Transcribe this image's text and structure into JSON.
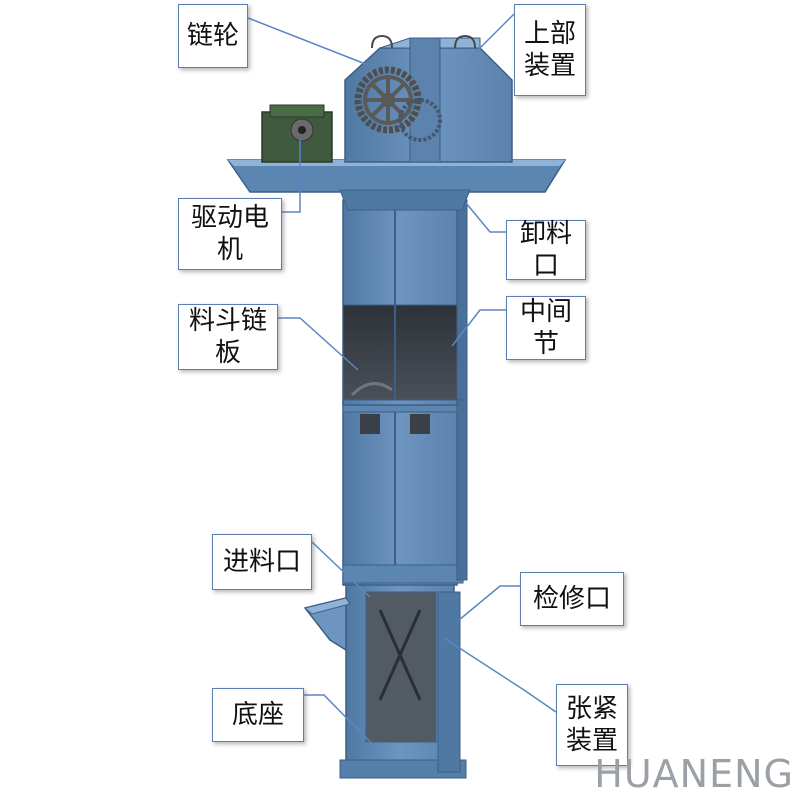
{
  "labels": {
    "sprocket": "链轮",
    "upper_device": "上部\n装置",
    "drive_motor": "驱动电机",
    "discharge_port": "卸料口",
    "bucket_chain_plate": "料斗链板",
    "middle_section": "中间节",
    "feed_port": "进料口",
    "inspection_port": "检修口",
    "base": "底座",
    "tensioning_device": "张紧\n装置"
  },
  "watermark": "HUANENG",
  "colors": {
    "casing": "#6d95bf",
    "casing_dark": "#4f78a3",
    "casing_light": "#8fb2d6",
    "platform": "#5c86b2",
    "gear": "#5a5a5a",
    "motor": "#3f5a3e",
    "leader": "#5a86c4",
    "window": "#3b3f45"
  }
}
